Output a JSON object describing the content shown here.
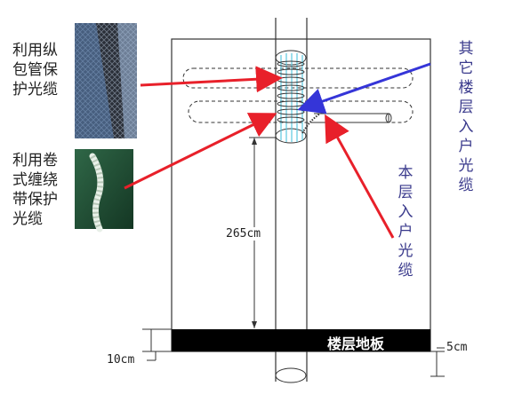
{
  "labels": {
    "left_top": "利用纵\n包管保\n护光缆",
    "left_bottom": "利用卷\n式缠绕\n带保护\n光缆",
    "right_other": "其它楼层入户光缆",
    "right_this": "本层入户光缆",
    "floor": "楼层地板",
    "dim_height": "265cm",
    "dim_10": "10cm",
    "dim_5": "5cm"
  },
  "colors": {
    "arrow_red": "#e8202a",
    "arrow_blue": "#3535d8",
    "cable_cyan": "#5bc8e0",
    "floor": "#000000",
    "blue_text": "#3a3a8c"
  }
}
